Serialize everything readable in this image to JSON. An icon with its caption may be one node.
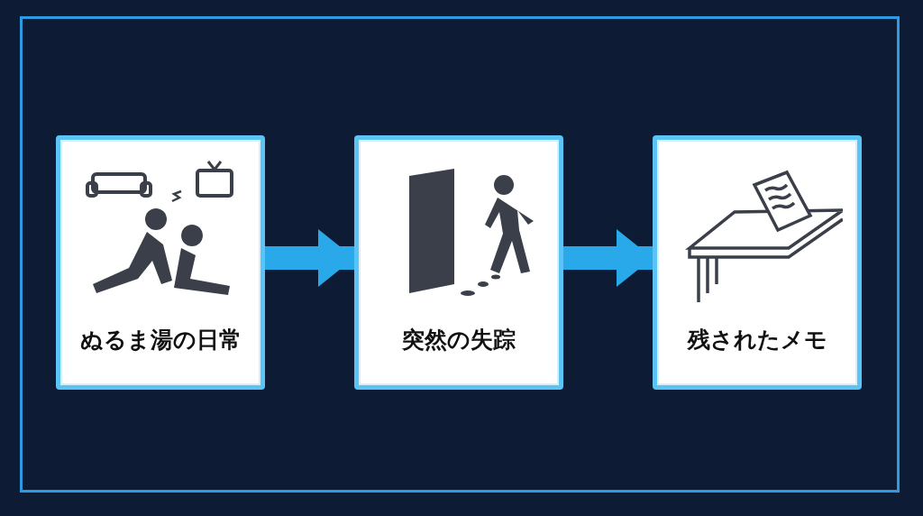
{
  "diagram": {
    "nodes": [
      {
        "text": [
          "ぬるま湯の日常"
        ]
      },
      {
        "text": [
          "突然の失踪"
        ]
      },
      {
        "text": [
          "残されたメモ"
        ]
      }
    ],
    "edges": [
      {
        "from": 0,
        "to": 1,
        "arrow": "to"
      },
      {
        "from": 1,
        "to": 2,
        "arrow": "to"
      }
    ]
  }
}
